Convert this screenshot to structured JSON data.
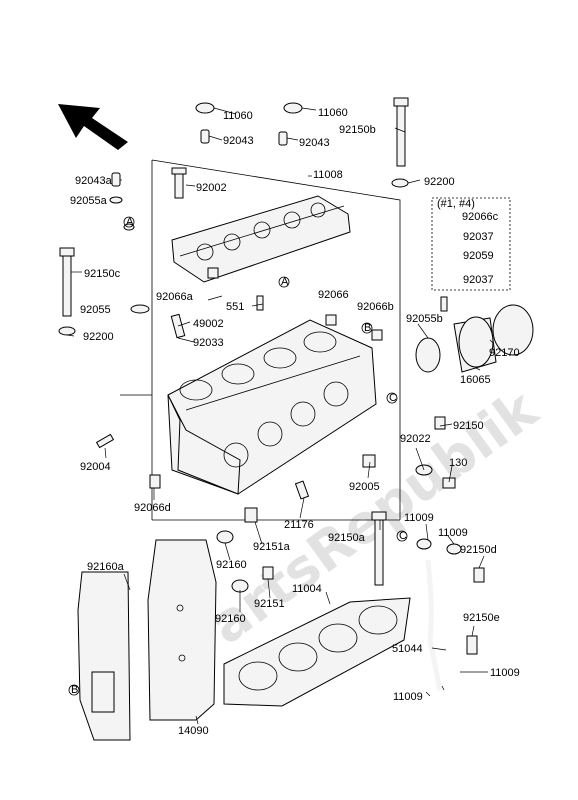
{
  "watermark": "PartsRepublik",
  "callouts": {
    "A": "A",
    "B": "B",
    "C": "C",
    "note": "(#1, #4)"
  },
  "labels": [
    {
      "id": "l-11060-1",
      "text": "11060"
    },
    {
      "id": "l-11060-2",
      "text": "11060"
    },
    {
      "id": "l-92043-1",
      "text": "92043"
    },
    {
      "id": "l-92043-2",
      "text": "92043"
    },
    {
      "id": "l-92150b",
      "text": "92150b"
    },
    {
      "id": "l-92043a",
      "text": "92043a"
    },
    {
      "id": "l-92002",
      "text": "92002"
    },
    {
      "id": "l-11008",
      "text": "11008"
    },
    {
      "id": "l-92200-1",
      "text": "92200"
    },
    {
      "id": "l-92055a",
      "text": "92055a"
    },
    {
      "id": "l-92066c",
      "text": "92066c"
    },
    {
      "id": "l-92037-1",
      "text": "92037"
    },
    {
      "id": "l-92059",
      "text": "92059"
    },
    {
      "id": "l-92037-2",
      "text": "92037"
    },
    {
      "id": "l-92150c",
      "text": "92150c"
    },
    {
      "id": "l-92066a",
      "text": "92066a"
    },
    {
      "id": "l-551",
      "text": "551"
    },
    {
      "id": "l-92066",
      "text": "92066"
    },
    {
      "id": "l-92066b",
      "text": "92066b"
    },
    {
      "id": "l-92055",
      "text": "92055"
    },
    {
      "id": "l-49002",
      "text": "49002"
    },
    {
      "id": "l-92055b",
      "text": "92055b"
    },
    {
      "id": "l-92200-2",
      "text": "92200"
    },
    {
      "id": "l-92033",
      "text": "92033"
    },
    {
      "id": "l-92170",
      "text": "92170"
    },
    {
      "id": "l-16065",
      "text": "16065"
    },
    {
      "id": "l-92150",
      "text": "92150"
    },
    {
      "id": "l-92004",
      "text": "92004"
    },
    {
      "id": "l-92022",
      "text": "92022"
    },
    {
      "id": "l-130",
      "text": "130"
    },
    {
      "id": "l-92005",
      "text": "92005"
    },
    {
      "id": "l-92066d",
      "text": "92066d"
    },
    {
      "id": "l-21176",
      "text": "21176"
    },
    {
      "id": "l-11009-1",
      "text": "11009"
    },
    {
      "id": "l-11009-2",
      "text": "11009"
    },
    {
      "id": "l-92150a",
      "text": "92150a"
    },
    {
      "id": "l-92151a",
      "text": "92151a"
    },
    {
      "id": "l-92150d",
      "text": "92150d"
    },
    {
      "id": "l-92160a",
      "text": "92160a"
    },
    {
      "id": "l-92160-1",
      "text": "92160"
    },
    {
      "id": "l-11004",
      "text": "11004"
    },
    {
      "id": "l-92151",
      "text": "92151"
    },
    {
      "id": "l-92160-2",
      "text": "92160"
    },
    {
      "id": "l-92150e",
      "text": "92150e"
    },
    {
      "id": "l-51044",
      "text": "51044"
    },
    {
      "id": "l-11009-3",
      "text": "11009"
    },
    {
      "id": "l-14090",
      "text": "14090"
    },
    {
      "id": "l-11009-4",
      "text": "11009"
    }
  ]
}
